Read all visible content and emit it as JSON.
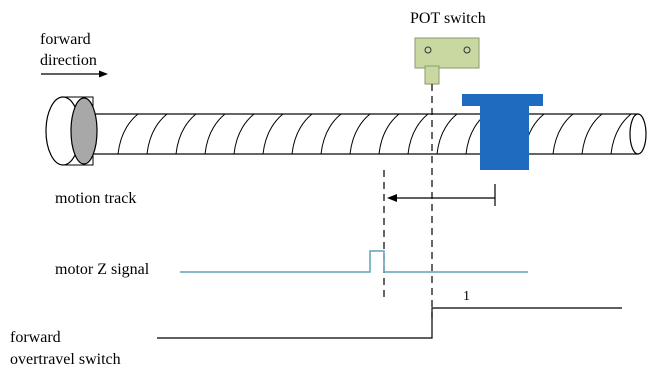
{
  "labels": {
    "forward_direction_line1": "forward",
    "forward_direction_line2": "direction",
    "pot_switch": "POT switch",
    "motion_track": "motion track",
    "motor_z_signal": "motor Z signal",
    "forward_overtravel_line1": "forward",
    "forward_overtravel_line2": "overtravel switch",
    "level_high": "1"
  },
  "colors": {
    "switch_body": "#c8d8a0",
    "slider": "#1f6bc0",
    "z_signal": "#5fa4b6",
    "screw_end_cap": "#a8a8a8",
    "line": "#000000"
  }
}
